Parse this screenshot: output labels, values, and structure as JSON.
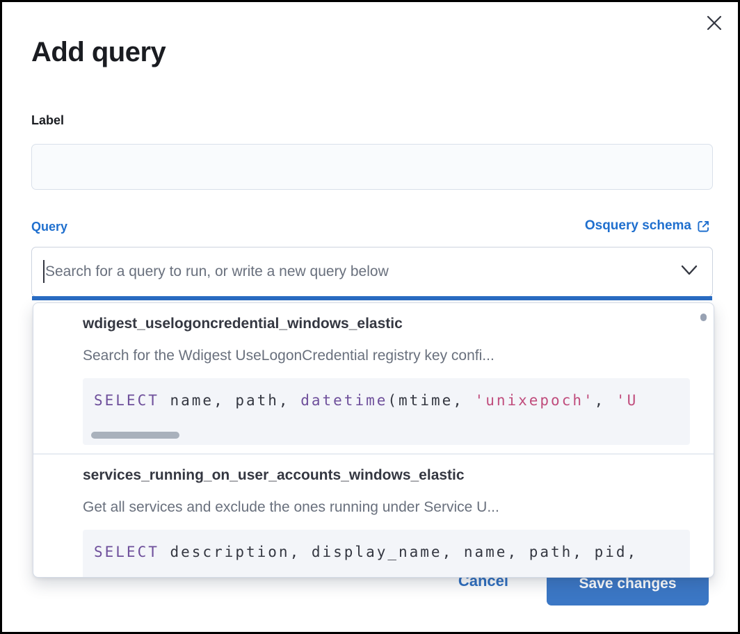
{
  "modal": {
    "title": "Add query"
  },
  "label_field": {
    "label": "Label",
    "value": "",
    "placeholder": ""
  },
  "query_field": {
    "label": "Query",
    "schema_link_label": "Osquery schema",
    "combobox_placeholder": "Search for a query to run, or write a new query below"
  },
  "dropdown": {
    "options": [
      {
        "title": "wdigest_uselogoncredential_windows_elastic",
        "description": "Search for the Wdigest UseLogonCredential registry key confi...",
        "code": {
          "seg0": "SELECT",
          "seg1": " name, path, ",
          "seg2": "datetime",
          "seg3": "(mtime, ",
          "seg4": "'unixepoch'",
          "seg5": ", ",
          "seg6": "'U"
        }
      },
      {
        "title": "services_running_on_user_accounts_windows_elastic",
        "description": "Get all services and exclude the ones running under Service U...",
        "code": {
          "seg0": "SELECT",
          "seg1": " description, display_name, name, path, pid,"
        }
      }
    ]
  },
  "footer": {
    "cancel_label": "Cancel",
    "save_label": "Save changes"
  },
  "icons": {
    "close": "close-icon",
    "external_link": "external-link-icon",
    "chevron_down": "chevron-down-icon"
  },
  "colors": {
    "primary_link": "#1f6fce",
    "combobox_focus_underline": "#2a6cc3",
    "save_button": "#3b77c5",
    "code_keyword": "#6e4f9b",
    "code_string": "#c04c7c",
    "code_background": "#f3f5f9",
    "title_text": "#1a1c21",
    "option_title_text": "#343741",
    "subdued_text": "#69707d"
  }
}
